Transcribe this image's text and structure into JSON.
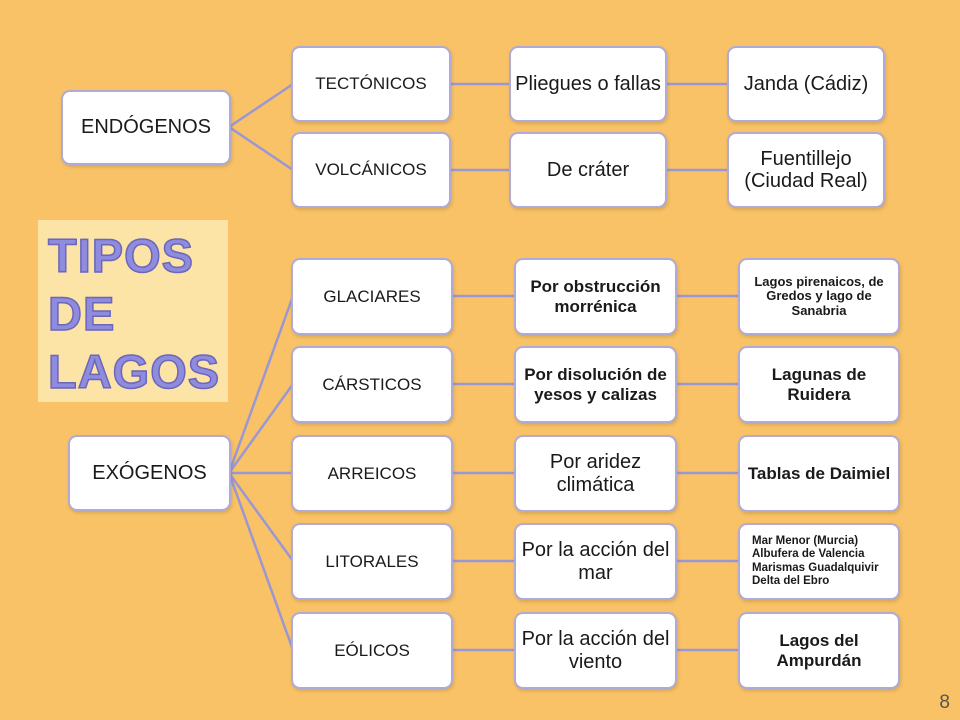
{
  "title": [
    "TIPOS",
    "DE",
    "LAGOS"
  ],
  "page_number": "8",
  "colors": {
    "background": "#F9C266",
    "box_border": "#AFAAD7",
    "connector": "#9A97D5",
    "title": "#8F8CE0"
  },
  "endogenos": {
    "label": "ENDÓGENOS",
    "branches": [
      {
        "type": "TECTÓNICOS",
        "mechanism": "Pliegues o fallas",
        "example": "Janda (Cádiz)"
      },
      {
        "type": "VOLCÁNICOS",
        "mechanism": "De cráter",
        "example": "Fuentillejo (Ciudad Real)"
      }
    ]
  },
  "exogenos": {
    "label": "EXÓGENOS",
    "branches": [
      {
        "type": "GLACIARES",
        "mechanism": "Por obstrucción morrénica",
        "example": "Lagos pirenaicos, de Gredos y lago de Sanabria"
      },
      {
        "type": "CÁRSTICOS",
        "mechanism": "Por disolución de yesos y calizas",
        "example": "Lagunas de Ruidera"
      },
      {
        "type": "ARREICOS",
        "mechanism": "Por aridez climática",
        "example": "Tablas de Daimiel"
      },
      {
        "type": "LITORALES",
        "mechanism": "Por la acción del mar",
        "example": [
          "Mar Menor  (Murcia)",
          "Albufera de Valencia",
          "Marismas  Guadalquivir",
          "Delta del Ebro"
        ]
      },
      {
        "type": "EÓLICOS",
        "mechanism": "Por la acción del viento",
        "example": "Lagos del Ampurdán"
      }
    ]
  }
}
